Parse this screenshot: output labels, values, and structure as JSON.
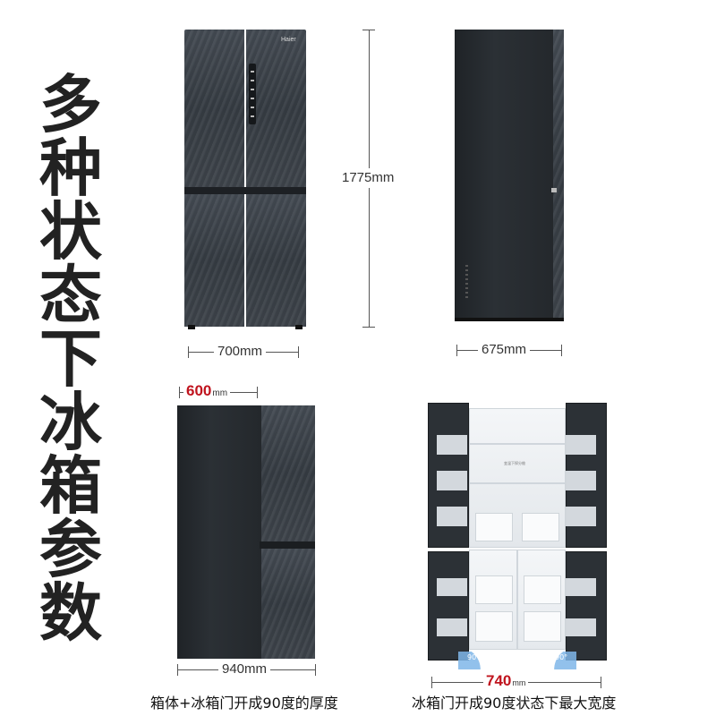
{
  "title": {
    "chars": [
      "多",
      "种",
      "状",
      "态",
      "下",
      "冰",
      "箱",
      "参",
      "数"
    ]
  },
  "front_view": {
    "width_label": "700mm",
    "brand_mark": "Haier"
  },
  "side_view": {
    "height_label": "1775mm",
    "depth_label": "675mm"
  },
  "side_open_view": {
    "top_value": "600",
    "top_unit": "mm",
    "depth_open_label": "940mm",
    "caption": "箱体+冰箱门开成90度的厚度"
  },
  "open_view": {
    "interior_label": "变温下探分舱",
    "width_value": "740",
    "width_unit": "mm",
    "angle_left": "90°",
    "angle_right": "90°",
    "caption": "冰箱门开成90度状态下最大宽度"
  },
  "colors": {
    "accent_red": "#c0141e",
    "steel": "#3a4047",
    "angle_blue": "#7fb6e8"
  }
}
